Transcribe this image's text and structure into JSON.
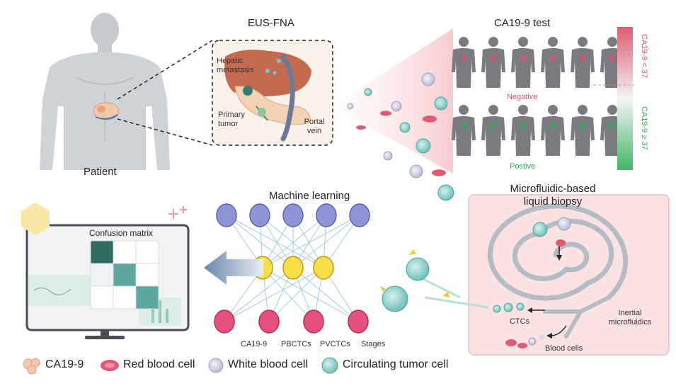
{
  "sections": {
    "patient_label": "Patient",
    "eus_fna": {
      "title": "EUS-FNA",
      "labels": {
        "hepatic": "Hepatic metastasis",
        "primary": "Primary tumor",
        "portal": "Portal vein"
      }
    },
    "ca199_test": {
      "title": "CA19-9 test",
      "negative": "Negative",
      "positive": "Postive",
      "scale_top": "CA19-9 < 37",
      "scale_bottom": "CA19-9 ≥ 37"
    },
    "microfluidic": {
      "title_line1": "Microfluidic-based",
      "title_line2": "liquid biopsy",
      "inertial": "Inertial microfluidics",
      "ctcs": "CTCs",
      "blood_cells": "Blood cells"
    },
    "machine_learning": {
      "title": "Machine learning",
      "inputs": [
        "CA19-9",
        "PBCTCs",
        "PVCTCs",
        "Stages"
      ]
    },
    "monitor": {
      "title": "Confusion matrix"
    }
  },
  "legend": [
    {
      "label": "CA19-9",
      "icon": "ca199-icon"
    },
    {
      "label": "Red blood cell",
      "icon": "red-blood-cell-icon"
    },
    {
      "label": "White blood cell",
      "icon": "white-blood-cell-icon"
    },
    {
      "label": "Circulating tumor cell",
      "icon": "circulating-tumor-cell-icon"
    }
  ],
  "colors": {
    "negative": "#d9536a",
    "positive": "#3aa55a",
    "node_purple": "#8e95d6",
    "node_yellow": "#f5e04a",
    "node_pink": "#e6507d",
    "ctc": "#7cc8c4",
    "rbc": "#e05a73",
    "teal_dark": "#2e6b62",
    "teal_mid": "#5aa69a"
  }
}
